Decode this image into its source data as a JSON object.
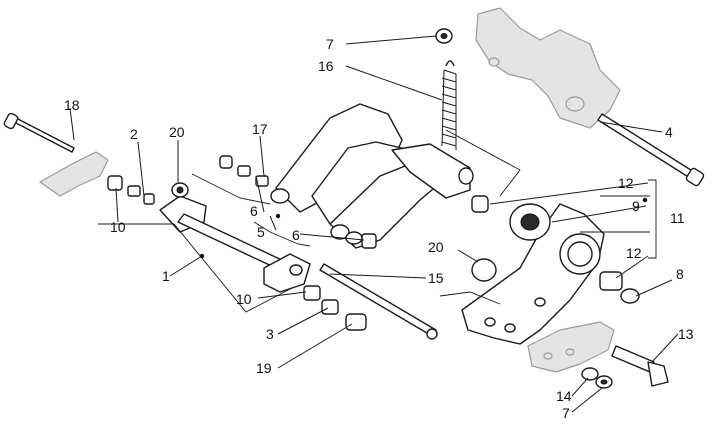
{
  "callouts": [
    {
      "id": "c7a",
      "label": "7"
    },
    {
      "id": "c16",
      "label": "16"
    },
    {
      "id": "c18",
      "label": "18"
    },
    {
      "id": "c4",
      "label": "4"
    },
    {
      "id": "c2",
      "label": "2"
    },
    {
      "id": "c20a",
      "label": "20"
    },
    {
      "id": "c17",
      "label": "17"
    },
    {
      "id": "c10a",
      "label": "10"
    },
    {
      "id": "c6a",
      "label": "6"
    },
    {
      "id": "c5",
      "label": "5"
    },
    {
      "id": "c6b",
      "label": "6"
    },
    {
      "id": "c12a",
      "label": "12"
    },
    {
      "id": "c9",
      "label": "9"
    },
    {
      "id": "c11",
      "label": "11"
    },
    {
      "id": "c20b",
      "label": "20"
    },
    {
      "id": "c12b",
      "label": "12"
    },
    {
      "id": "c1",
      "label": "1"
    },
    {
      "id": "c15",
      "label": "15"
    },
    {
      "id": "c8",
      "label": "8"
    },
    {
      "id": "c10b",
      "label": "10"
    },
    {
      "id": "c3",
      "label": "3"
    },
    {
      "id": "c13",
      "label": "13"
    },
    {
      "id": "c19",
      "label": "19"
    },
    {
      "id": "c14",
      "label": "14"
    },
    {
      "id": "c7b",
      "label": "7"
    }
  ]
}
